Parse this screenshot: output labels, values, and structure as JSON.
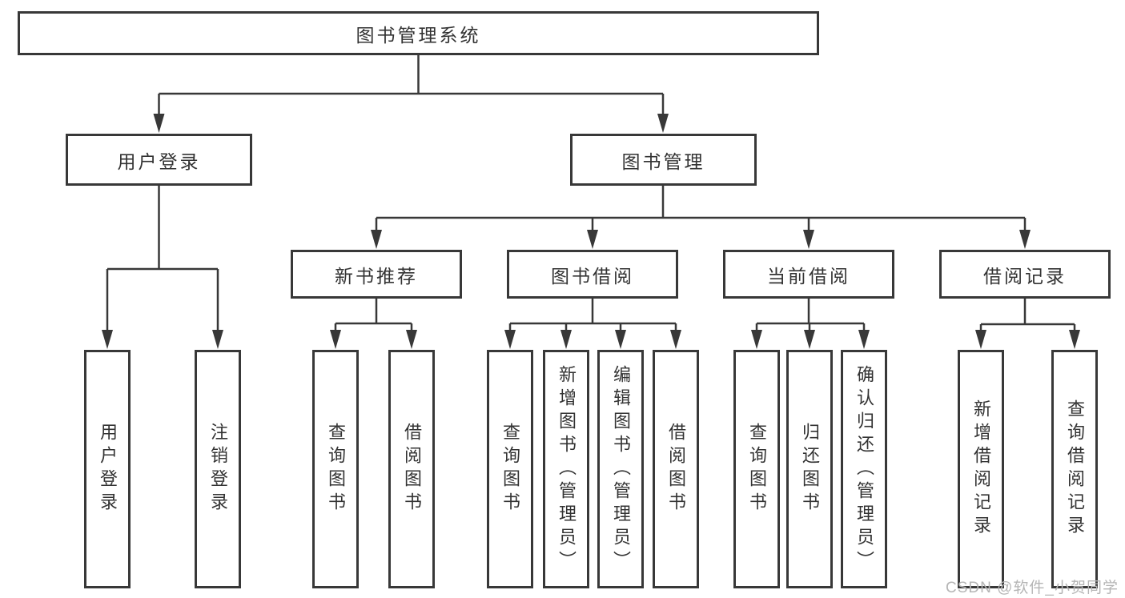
{
  "colors": {
    "line": "#383838",
    "box_border": "#383838",
    "text": "#333333",
    "background": "#ffffff",
    "watermark": "#b5b5b5"
  },
  "watermark": {
    "text": "CSDN @软件_小贺同学"
  },
  "diagram": {
    "type": "hierarchy-tree",
    "root": {
      "label": "图书管理系统",
      "children": [
        {
          "label": "用户登录",
          "children": [
            {
              "label": "用户登录"
            },
            {
              "label": "注销登录"
            }
          ]
        },
        {
          "label": "图书管理",
          "children": [
            {
              "label": "新书推荐",
              "children": [
                {
                  "label": "查询图书"
                },
                {
                  "label": "借阅图书"
                }
              ]
            },
            {
              "label": "图书借阅",
              "children": [
                {
                  "label": "查询图书"
                },
                {
                  "label": "新增图书（管理员）"
                },
                {
                  "label": "编辑图书（管理员）"
                },
                {
                  "label": "借阅图书"
                }
              ]
            },
            {
              "label": "当前借阅",
              "children": [
                {
                  "label": "查询图书"
                },
                {
                  "label": "归还图书"
                },
                {
                  "label": "确认归还（管理员）"
                }
              ]
            },
            {
              "label": "借阅记录",
              "children": [
                {
                  "label": "新增借阅记录"
                },
                {
                  "label": "查询借阅记录"
                }
              ]
            }
          ]
        }
      ]
    }
  }
}
